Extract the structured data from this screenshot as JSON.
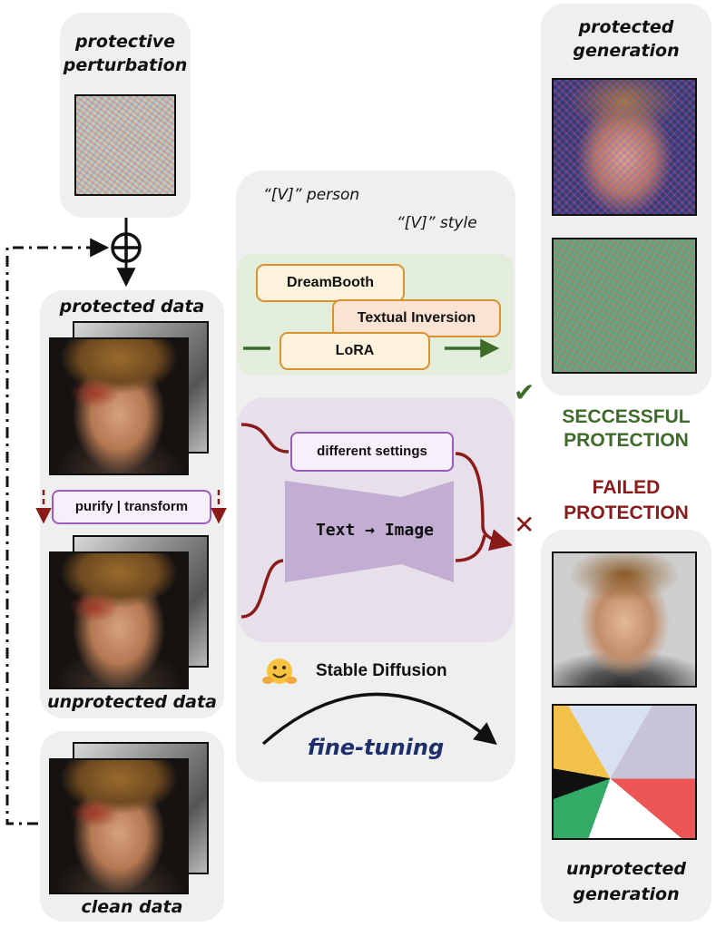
{
  "perturbation": {
    "title_line1": "protective",
    "title_line2": "perturbation"
  },
  "protected_data": {
    "title": "protected data"
  },
  "purify": {
    "label": "purify | transform"
  },
  "unprotected_data": {
    "title": "unprotected data"
  },
  "clean_data": {
    "title": "clean data"
  },
  "finetune": {
    "person_label": "“[V]” person",
    "style_label": "“[V]” style",
    "methods": [
      "DreamBooth",
      "Textual Inversion",
      "LoRA"
    ],
    "settings_label": "different settings",
    "model_label": "Text → Image",
    "sd_label": "Stable Diffusion",
    "sd_icon": "hugging-face-emoji",
    "caption": "fine-tuning"
  },
  "outcome": {
    "success_line1": "SECCESSFUL",
    "success_line2": "PROTECTION",
    "failed_line1": "FAILED",
    "failed_line2": "PROTECTION",
    "success_mark": "✔",
    "failed_mark": "✕",
    "success_color": "#3d6b2a",
    "failed_color": "#8b1a1a"
  },
  "protected_generation": {
    "title_line1": "protected",
    "title_line2": "generation"
  },
  "unprotected_generation": {
    "title_line1": "unprotected",
    "title_line2": "generation"
  }
}
